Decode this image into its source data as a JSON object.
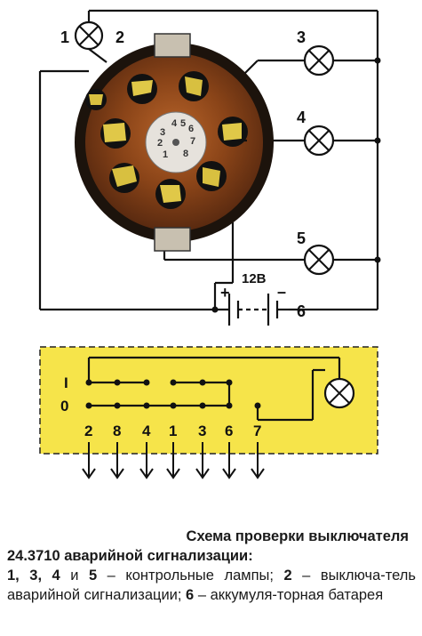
{
  "upper": {
    "lamp_labels": [
      "1",
      "2",
      "3",
      "4",
      "5"
    ],
    "voltage_label": "12В",
    "plus_sign": "+",
    "minus_sign": "–",
    "battery_label": "6",
    "center_pins": [
      "4",
      "5",
      "6",
      "3",
      "7",
      "2",
      "1",
      "8"
    ]
  },
  "lower": {
    "row_labels": [
      "I",
      "0"
    ],
    "terminals": [
      "2",
      "8",
      "4",
      "1",
      "3",
      "6",
      "7"
    ]
  },
  "caption": {
    "title": "Схема проверки выключателя",
    "subtitle": "24.3710 аварийной сигнализации:",
    "b1": "1, 3, 4",
    "t1": " и ",
    "b2": "5",
    "t2": " – контрольные лампы; ",
    "b3": "2",
    "t3": " – выключа-тель аварийной сигнализации; ",
    "b4": "6",
    "t4": " – аккумуля-торная батарея"
  }
}
